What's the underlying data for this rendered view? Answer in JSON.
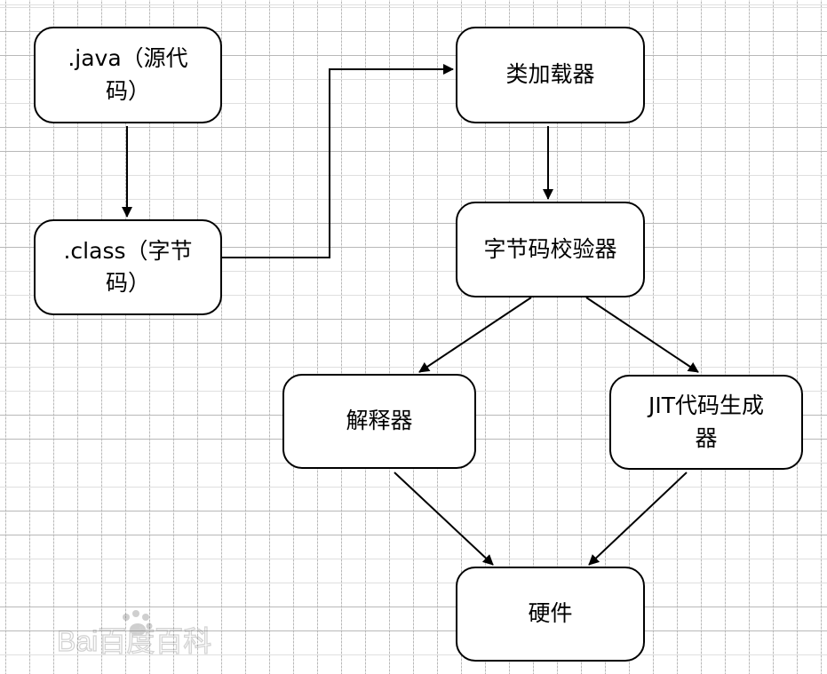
{
  "diagram": {
    "nodes": [
      {
        "id": "java",
        "lines": [
          ".java（源代",
          "码）"
        ]
      },
      {
        "id": "class",
        "lines": [
          ".class（字节",
          "码）"
        ]
      },
      {
        "id": "loader",
        "lines": [
          "类加载器"
        ]
      },
      {
        "id": "verifier",
        "lines": [
          "字节码校验器"
        ]
      },
      {
        "id": "interp",
        "lines": [
          "解释器"
        ]
      },
      {
        "id": "jit",
        "lines": [
          "JIT代码生成",
          "器"
        ]
      },
      {
        "id": "hw",
        "lines": [
          "硬件"
        ]
      }
    ],
    "edges": [
      {
        "from": "java",
        "to": "class"
      },
      {
        "from": "class",
        "to": "loader"
      },
      {
        "from": "loader",
        "to": "verifier"
      },
      {
        "from": "verifier",
        "to": "interp"
      },
      {
        "from": "verifier",
        "to": "jit"
      },
      {
        "from": "interp",
        "to": "hw"
      },
      {
        "from": "jit",
        "to": "hw"
      }
    ],
    "colors": {
      "stroke": "#000000",
      "grid": "#b8b8b8",
      "background": "#ffffff"
    }
  },
  "watermark": {
    "text": "Bai百度百科",
    "icon": "paw-icon"
  }
}
